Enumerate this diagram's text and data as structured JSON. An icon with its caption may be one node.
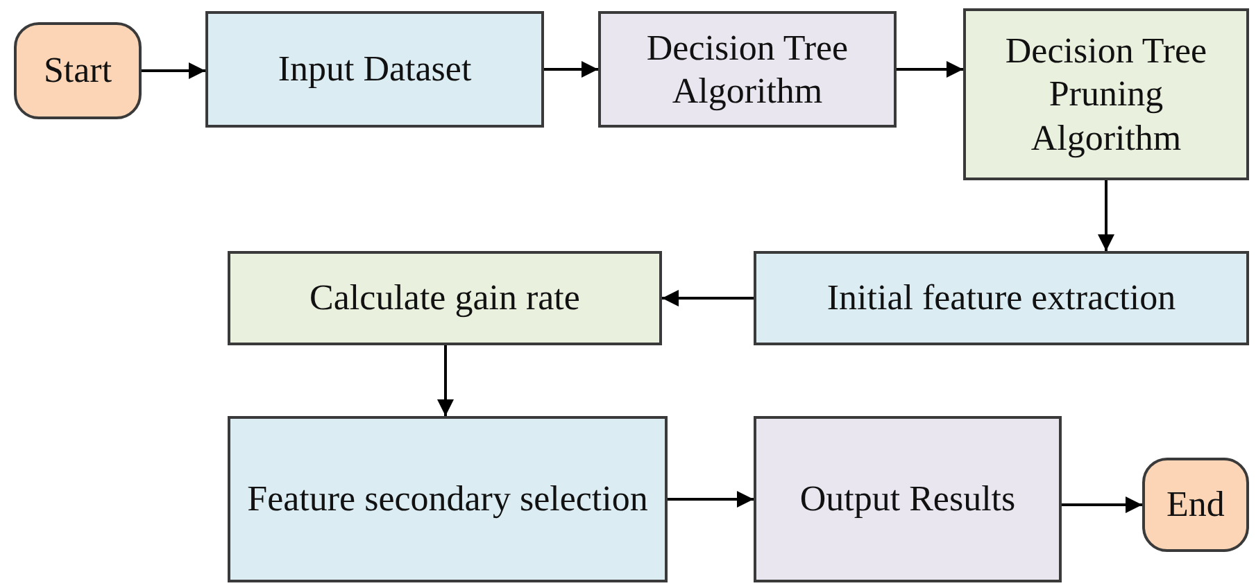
{
  "diagram": {
    "nodes": [
      {
        "text": [
          "Start"
        ]
      },
      {
        "text": [
          "Input Dataset"
        ]
      },
      {
        "text": [
          "Decision Tree Algorithm"
        ]
      },
      {
        "text": [
          "Decision Tree Pruning Algorithm"
        ]
      },
      {
        "text": [
          "Initial feature extraction"
        ]
      },
      {
        "text": [
          "Calculate gain rate"
        ]
      },
      {
        "text": [
          "Feature secondary selection"
        ]
      },
      {
        "text": [
          "Output Results"
        ]
      },
      {
        "text": [
          "End"
        ]
      }
    ],
    "edges": [
      {
        "from": 0,
        "to": 1,
        "arrow": "to"
      },
      {
        "from": 1,
        "to": 2,
        "arrow": "to"
      },
      {
        "from": 2,
        "to": 3,
        "arrow": "to"
      },
      {
        "from": 3,
        "to": 4,
        "arrow": "to"
      },
      {
        "from": 4,
        "to": 5,
        "arrow": "to"
      },
      {
        "from": 5,
        "to": 6,
        "arrow": "to"
      },
      {
        "from": 6,
        "to": 7,
        "arrow": "to"
      },
      {
        "from": 7,
        "to": 8,
        "arrow": "to"
      }
    ]
  }
}
